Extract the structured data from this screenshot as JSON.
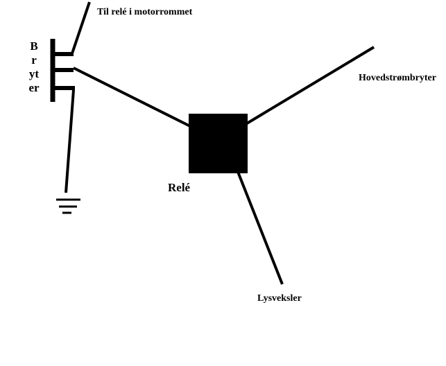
{
  "labels": {
    "top_wire": "Til relé i motorrommet",
    "main_switch": "Hovedstrømbryter",
    "relay": "Relé",
    "light_switch": "Lysveksler",
    "switch": "Bryter"
  },
  "colors": {
    "ink": "#000000",
    "background": "#ffffff"
  },
  "icons": {
    "ground": "ground-symbol-icon"
  }
}
